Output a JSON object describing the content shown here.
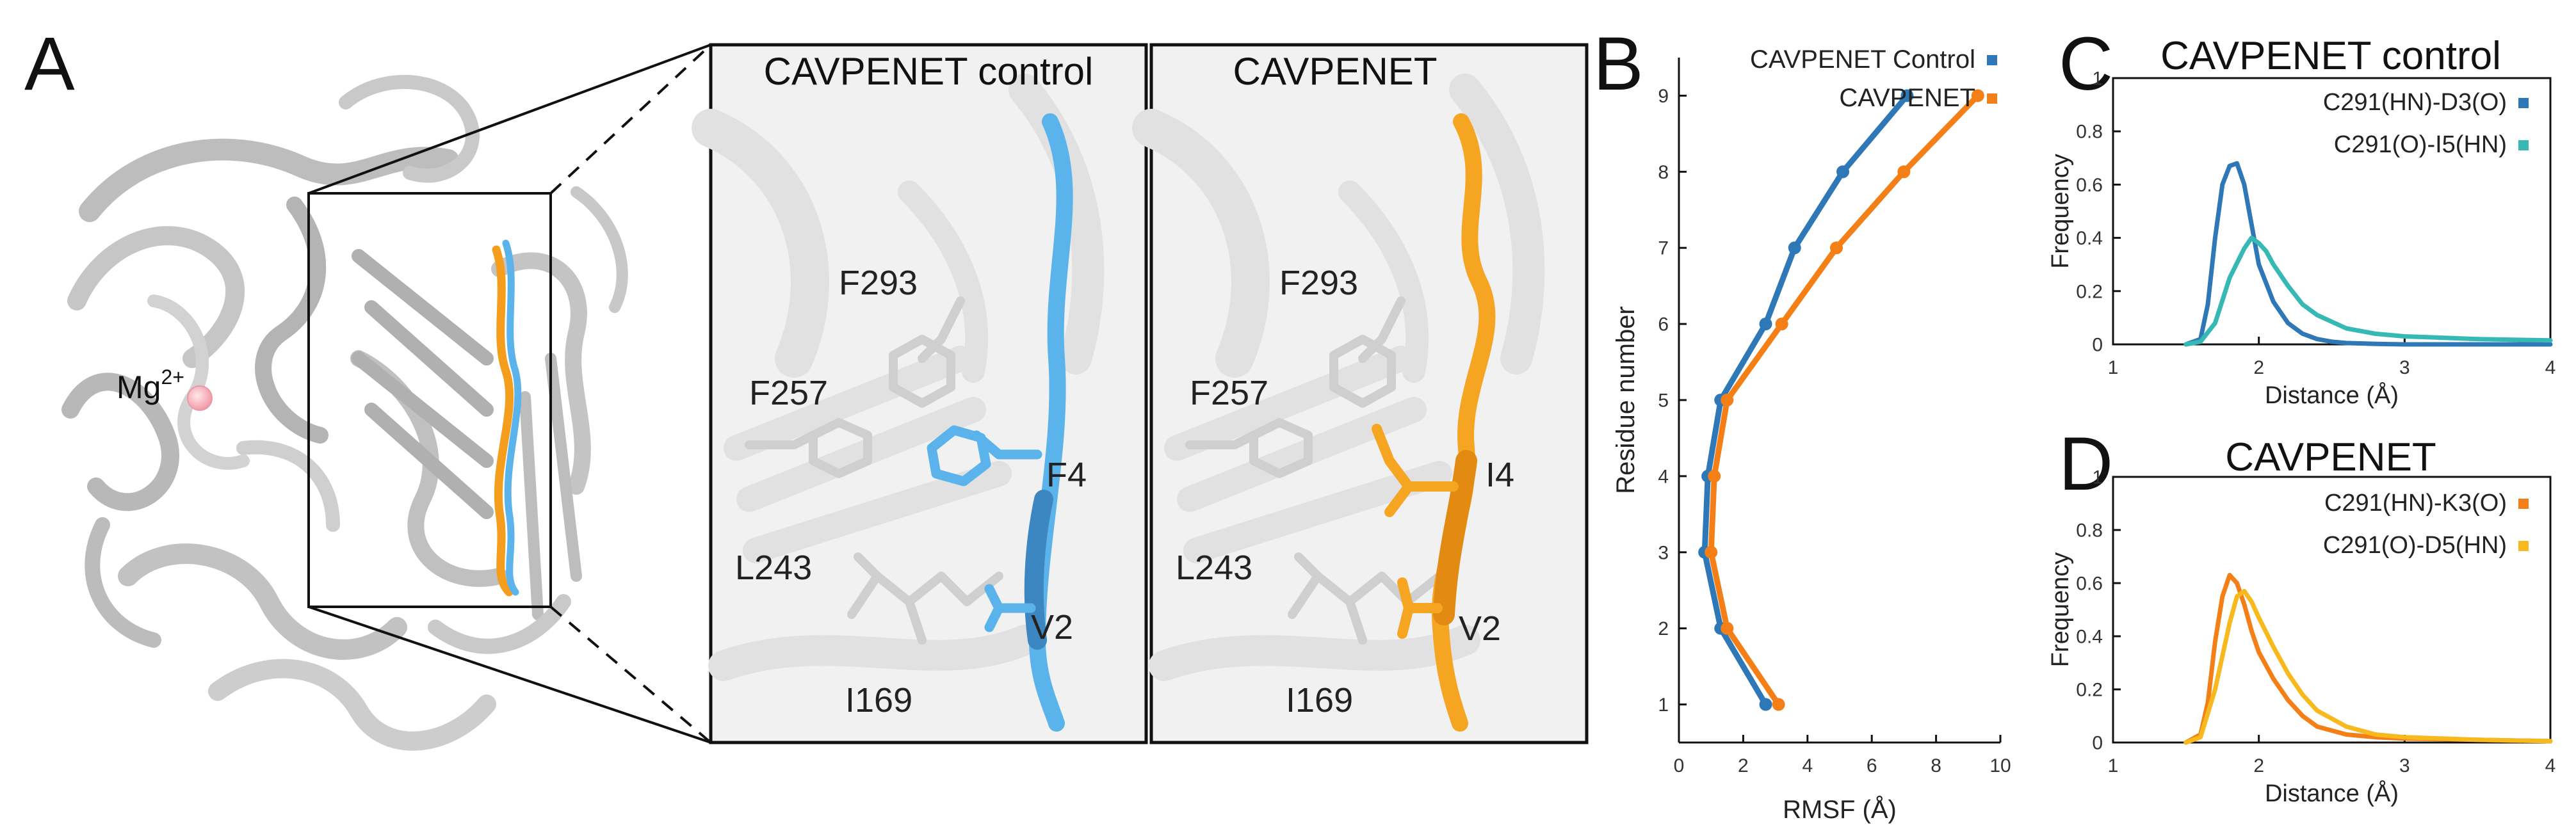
{
  "panels": {
    "A": {
      "letter": "A",
      "ion_label": "Mg",
      "ion_charge": "2+",
      "inset_left": {
        "title": "CAVPENET control",
        "residues": [
          "F293",
          "F257",
          "L243",
          "I169"
        ],
        "peptide_residues": [
          "F4",
          "V2"
        ]
      },
      "inset_right": {
        "title": "CAVPENET",
        "residues": [
          "F293",
          "F257",
          "L243",
          "I169"
        ],
        "peptide_residues": [
          "I4",
          "V2"
        ]
      }
    },
    "B": {
      "letter": "B"
    },
    "C": {
      "letter": "C"
    },
    "D": {
      "letter": "D"
    }
  },
  "colors": {
    "control": "#2f78b7",
    "cavpenet": "#f57f17",
    "control_light": "#5ab3ea",
    "cavpenet_light": "#f6a522",
    "c_series2": "#36b8b5",
    "d_series2": "#f8b91f",
    "protein": "#c9c9c9"
  },
  "chart_data": [
    {
      "id": "B",
      "type": "line",
      "xlabel": "RMSF (Å)",
      "ylabel": "Residue number",
      "xlim": [
        0,
        10
      ],
      "ylim": [
        0.5,
        9.5
      ],
      "xticks": [
        0,
        2,
        4,
        6,
        8,
        10
      ],
      "yticks": [
        1,
        2,
        3,
        4,
        5,
        6,
        7,
        8,
        9
      ],
      "legend_position": "top-right",
      "series": [
        {
          "name": "CAVPENET Control",
          "color": "#2f78b7",
          "x": [
            2.7,
            1.3,
            0.8,
            0.9,
            1.3,
            2.7,
            3.6,
            5.1,
            7.1
          ],
          "y": [
            1,
            2,
            3,
            4,
            5,
            6,
            7,
            8,
            9
          ]
        },
        {
          "name": "CAVPENET",
          "color": "#f57f17",
          "x": [
            3.1,
            1.5,
            1.0,
            1.1,
            1.5,
            3.2,
            4.9,
            7.0,
            9.3
          ],
          "y": [
            1,
            2,
            3,
            4,
            5,
            6,
            7,
            8,
            9
          ]
        }
      ]
    },
    {
      "id": "C",
      "type": "line",
      "title": "CAVPENET control",
      "xlabel": "Distance (Å)",
      "ylabel": "Frequency",
      "xlim": [
        1,
        4
      ],
      "ylim": [
        0,
        1
      ],
      "xticks": [
        1,
        2,
        3,
        4
      ],
      "yticks": [
        0,
        0.2,
        0.4,
        0.6,
        0.8,
        1
      ],
      "legend_position": "top-right",
      "series": [
        {
          "name": "C291(HN)-D3(O)",
          "color": "#2f78b7",
          "x": [
            1.5,
            1.6,
            1.65,
            1.7,
            1.75,
            1.8,
            1.85,
            1.9,
            1.95,
            2.0,
            2.1,
            2.2,
            2.3,
            2.4,
            2.5,
            2.6,
            2.8,
            3.0,
            4.0
          ],
          "y": [
            0,
            0.02,
            0.15,
            0.4,
            0.6,
            0.67,
            0.68,
            0.6,
            0.45,
            0.3,
            0.16,
            0.08,
            0.04,
            0.02,
            0.01,
            0.005,
            0.002,
            0,
            0
          ]
        },
        {
          "name": "C291(O)-I5(HN)",
          "color": "#36b8b5",
          "x": [
            1.5,
            1.6,
            1.7,
            1.8,
            1.9,
            1.95,
            2.0,
            2.05,
            2.1,
            2.2,
            2.3,
            2.4,
            2.6,
            2.8,
            3.0,
            3.5,
            4.0
          ],
          "y": [
            0,
            0.01,
            0.08,
            0.25,
            0.36,
            0.4,
            0.38,
            0.35,
            0.3,
            0.22,
            0.15,
            0.11,
            0.06,
            0.04,
            0.03,
            0.02,
            0.015
          ]
        }
      ]
    },
    {
      "id": "D",
      "type": "line",
      "title": "CAVPENET",
      "xlabel": "Distance (Å)",
      "ylabel": "Frequency",
      "xlim": [
        1,
        4
      ],
      "ylim": [
        0,
        1
      ],
      "xticks": [
        1,
        2,
        3,
        4
      ],
      "yticks": [
        0,
        0.2,
        0.4,
        0.6,
        0.8,
        1
      ],
      "legend_position": "top-right",
      "series": [
        {
          "name": "C291(HN)-K3(O)",
          "color": "#f57f17",
          "x": [
            1.5,
            1.6,
            1.65,
            1.7,
            1.75,
            1.8,
            1.85,
            1.9,
            1.95,
            2.0,
            2.1,
            2.2,
            2.3,
            2.4,
            2.6,
            2.8,
            3.0,
            3.5,
            4.0
          ],
          "y": [
            0,
            0.03,
            0.15,
            0.38,
            0.55,
            0.63,
            0.6,
            0.52,
            0.42,
            0.34,
            0.24,
            0.16,
            0.1,
            0.06,
            0.03,
            0.02,
            0.015,
            0.01,
            0.005
          ]
        },
        {
          "name": "C291(O)-D5(HN)",
          "color": "#f8b91f",
          "x": [
            1.5,
            1.6,
            1.7,
            1.8,
            1.85,
            1.9,
            1.95,
            2.0,
            2.1,
            2.2,
            2.3,
            2.4,
            2.6,
            2.8,
            3.0,
            3.5,
            4.0
          ],
          "y": [
            0,
            0.02,
            0.2,
            0.45,
            0.55,
            0.57,
            0.53,
            0.47,
            0.36,
            0.26,
            0.18,
            0.12,
            0.06,
            0.03,
            0.02,
            0.01,
            0.005
          ]
        }
      ]
    }
  ]
}
